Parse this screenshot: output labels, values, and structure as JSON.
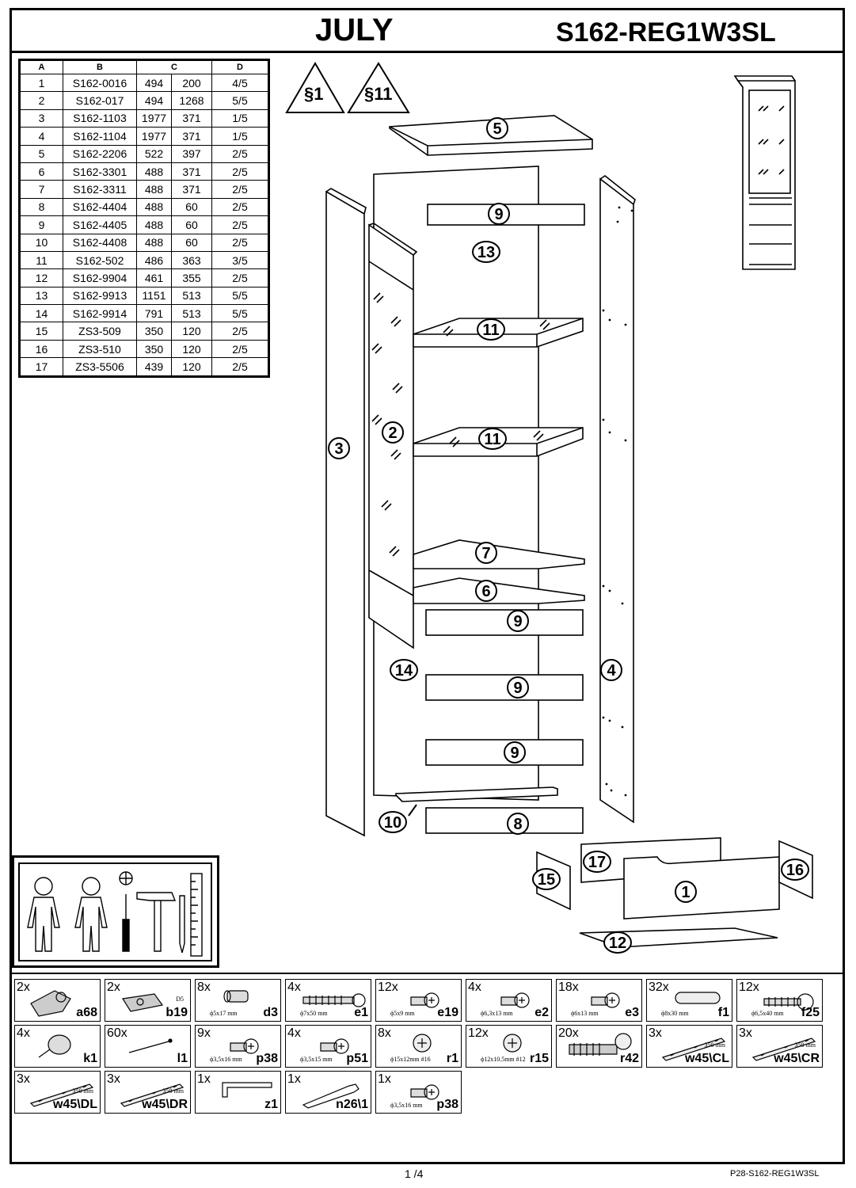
{
  "header": {
    "product_name": "JULY",
    "product_code": "S162-REG1W3SL"
  },
  "parts_table": {
    "columns": [
      "A",
      "B",
      "C",
      "D"
    ],
    "rows": [
      [
        "1",
        "S162-0016",
        "494",
        "200",
        "4/5"
      ],
      [
        "2",
        "S162-017",
        "494",
        "1268",
        "5/5"
      ],
      [
        "3",
        "S162-1103",
        "1977",
        "371",
        "1/5"
      ],
      [
        "4",
        "S162-1104",
        "1977",
        "371",
        "1/5"
      ],
      [
        "5",
        "S162-2206",
        "522",
        "397",
        "2/5"
      ],
      [
        "6",
        "S162-3301",
        "488",
        "371",
        "2/5"
      ],
      [
        "7",
        "S162-3311",
        "488",
        "371",
        "2/5"
      ],
      [
        "8",
        "S162-4404",
        "488",
        "60",
        "2/5"
      ],
      [
        "9",
        "S162-4405",
        "488",
        "60",
        "2/5"
      ],
      [
        "10",
        "S162-4408",
        "488",
        "60",
        "2/5"
      ],
      [
        "11",
        "S162-502",
        "486",
        "363",
        "3/5"
      ],
      [
        "12",
        "S162-9904",
        "461",
        "355",
        "2/5"
      ],
      [
        "13",
        "S162-9913",
        "1151",
        "513",
        "5/5"
      ],
      [
        "14",
        "S162-9914",
        "791",
        "513",
        "5/5"
      ],
      [
        "15",
        "ZS3-509",
        "350",
        "120",
        "2/5"
      ],
      [
        "16",
        "ZS3-510",
        "350",
        "120",
        "2/5"
      ],
      [
        "17",
        "ZS3-5506",
        "439",
        "120",
        "2/5"
      ]
    ]
  },
  "warnings": [
    "§1",
    "§11"
  ],
  "diagram_labels": {
    "p5": "5",
    "p9a": "9",
    "p13": "13",
    "p11a": "11",
    "p11b": "11",
    "p2": "2",
    "p3": "3",
    "p7": "7",
    "p6": "6",
    "p9b": "9",
    "p14": "14",
    "p4": "4",
    "p9c": "9",
    "p9d": "9",
    "p10": "10",
    "p8": "8",
    "p17": "17",
    "p16": "16",
    "p15": "15",
    "p1": "1",
    "p12": "12"
  },
  "tools": [
    "person-icon",
    "person-icon",
    "phillips-screwdriver-icon",
    "hammer-icon",
    "pencil-icon",
    "ruler-icon"
  ],
  "hardware": [
    {
      "qty": "2x",
      "code": "a68",
      "dim": "",
      "icon": "hinge-icon"
    },
    {
      "qty": "2x",
      "code": "b19",
      "dim": "D5",
      "icon": "hinge-plate-icon"
    },
    {
      "qty": "8x",
      "code": "d3",
      "dim": "ϕ5x17 mm",
      "icon": "connector-icon"
    },
    {
      "qty": "4x",
      "code": "e1",
      "dim": "ϕ7x50 mm",
      "icon": "long-screw-icon"
    },
    {
      "qty": "12x",
      "code": "e19",
      "dim": "ϕ5x9 mm",
      "icon": "screw-icon"
    },
    {
      "qty": "4x",
      "code": "e2",
      "dim": "ϕ6,3x13 mm",
      "icon": "screw-icon"
    },
    {
      "qty": "18x",
      "code": "e3",
      "dim": "ϕ6x13 mm",
      "icon": "screw-icon"
    },
    {
      "qty": "32x",
      "code": "f1",
      "dim": "ϕ8x30 mm",
      "icon": "dowel-icon"
    },
    {
      "qty": "12x",
      "code": "f25",
      "dim": "ϕ6,5x40 mm",
      "icon": "bolt-icon"
    },
    {
      "qty": "4x",
      "code": "k1",
      "dim": "",
      "icon": "glide-icon"
    },
    {
      "qty": "60x",
      "code": "l1",
      "dim": "",
      "icon": "nail-icon"
    },
    {
      "qty": "9x",
      "code": "p38",
      "dim": "ϕ3,5x16 mm",
      "icon": "screw-icon"
    },
    {
      "qty": "4x",
      "code": "p51",
      "dim": "ϕ3,5x15 mm",
      "icon": "screw-icon"
    },
    {
      "qty": "8x",
      "code": "r1",
      "dim": "ϕ15x12mm #16",
      "icon": "cam-lock-icon"
    },
    {
      "qty": "12x",
      "code": "r15",
      "dim": "ϕ12x10.5mm #12",
      "icon": "cam-lock-icon"
    },
    {
      "qty": "20x",
      "code": "r42",
      "dim": "",
      "icon": "cam-bolt-icon"
    },
    {
      "qty": "3x",
      "code": "w45\\CL",
      "dim": "350 mm",
      "icon": "drawer-runner-icon"
    },
    {
      "qty": "3x",
      "code": "w45\\CR",
      "dim": "350 mm",
      "icon": "drawer-runner-icon"
    },
    {
      "qty": "3x",
      "code": "w45\\DL",
      "dim": "350 mm",
      "icon": "drawer-runner-icon"
    },
    {
      "qty": "3x",
      "code": "w45\\DR",
      "dim": "350 mm",
      "icon": "drawer-runner-icon"
    },
    {
      "qty": "1x",
      "code": "z1",
      "dim": "",
      "icon": "handle-icon"
    },
    {
      "qty": "1x",
      "code": "n26\\1",
      "dim": "",
      "icon": "hex-key-icon"
    },
    {
      "qty": "1x",
      "code": "p38",
      "dim": "ϕ3,5x16 mm",
      "icon": "screw-icon"
    }
  ],
  "footer": {
    "page": "1 /4",
    "reference": "P28-S162-REG1W3SL"
  }
}
